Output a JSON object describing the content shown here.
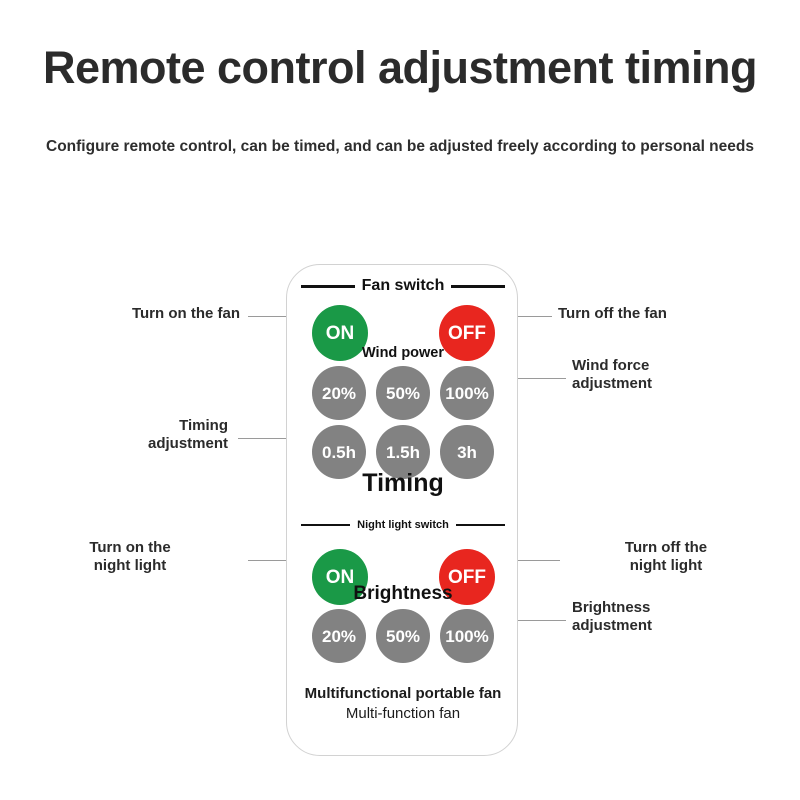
{
  "header": {
    "title": "Remote control adjustment timing",
    "subtitle": "Configure remote control, can be timed, and can be adjusted freely according to personal needs"
  },
  "remote": {
    "sections": {
      "fan_switch_label": "Fan switch",
      "wind_power_label": "Wind power",
      "timing_label": "Timing",
      "night_light_switch_label": "Night light switch",
      "brightness_label": "Brightness"
    },
    "buttons": {
      "fan_on": "ON",
      "fan_off": "OFF",
      "wind_20": "20%",
      "wind_50": "50%",
      "wind_100": "100%",
      "timer_05h": "0.5h",
      "timer_15h": "1.5h",
      "timer_3h": "3h",
      "light_on": "ON",
      "light_off": "OFF",
      "bright_20": "20%",
      "bright_50": "50%",
      "bright_100": "100%"
    },
    "footer": {
      "line1": "Multifunctional portable fan",
      "line2": "Multi-function fan"
    }
  },
  "callouts": {
    "turn_on_fan": "Turn on the fan",
    "turn_off_fan": "Turn off the fan",
    "wind_force_adjustment_l1": "Wind force",
    "wind_force_adjustment_l2": "adjustment",
    "timing_adjustment_l1": "Timing",
    "timing_adjustment_l2": "adjustment",
    "turn_on_night_light_l1": "Turn on the",
    "turn_on_night_light_l2": "night light",
    "turn_off_night_light_l1": "Turn off the",
    "turn_off_night_light_l2": "night light",
    "brightness_adjustment_l1": "Brightness",
    "brightness_adjustment_l2": "adjustment"
  },
  "colors": {
    "green": "#1a9947",
    "red": "#e8261f",
    "gray": "#828282",
    "text": "#2b2b2b",
    "leader": "#9a9a9a"
  }
}
